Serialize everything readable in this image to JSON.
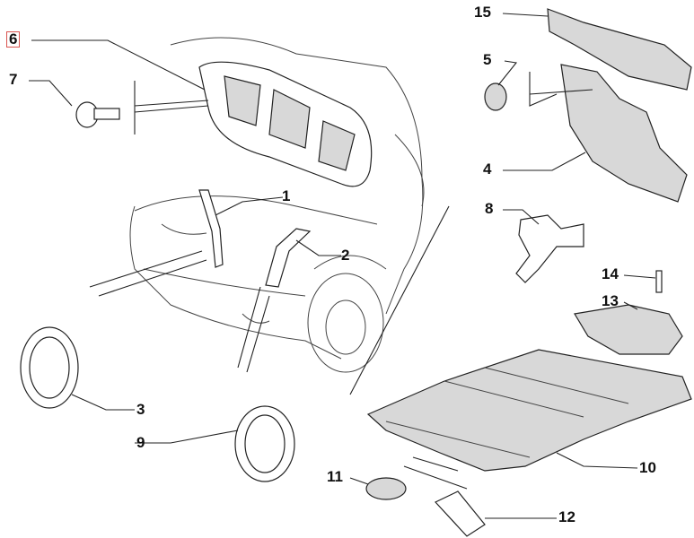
{
  "diagram": {
    "type": "exploded parts diagram",
    "highlighted_label": "6",
    "highlight_color": "#d9534f",
    "callouts": [
      {
        "id": "15"
      },
      {
        "id": "6"
      },
      {
        "id": "7"
      },
      {
        "id": "5"
      },
      {
        "id": "4"
      },
      {
        "id": "1"
      },
      {
        "id": "8"
      },
      {
        "id": "2"
      },
      {
        "id": "14"
      },
      {
        "id": "13"
      },
      {
        "id": "3"
      },
      {
        "id": "9"
      },
      {
        "id": "10"
      },
      {
        "id": "11"
      },
      {
        "id": "12"
      }
    ]
  }
}
